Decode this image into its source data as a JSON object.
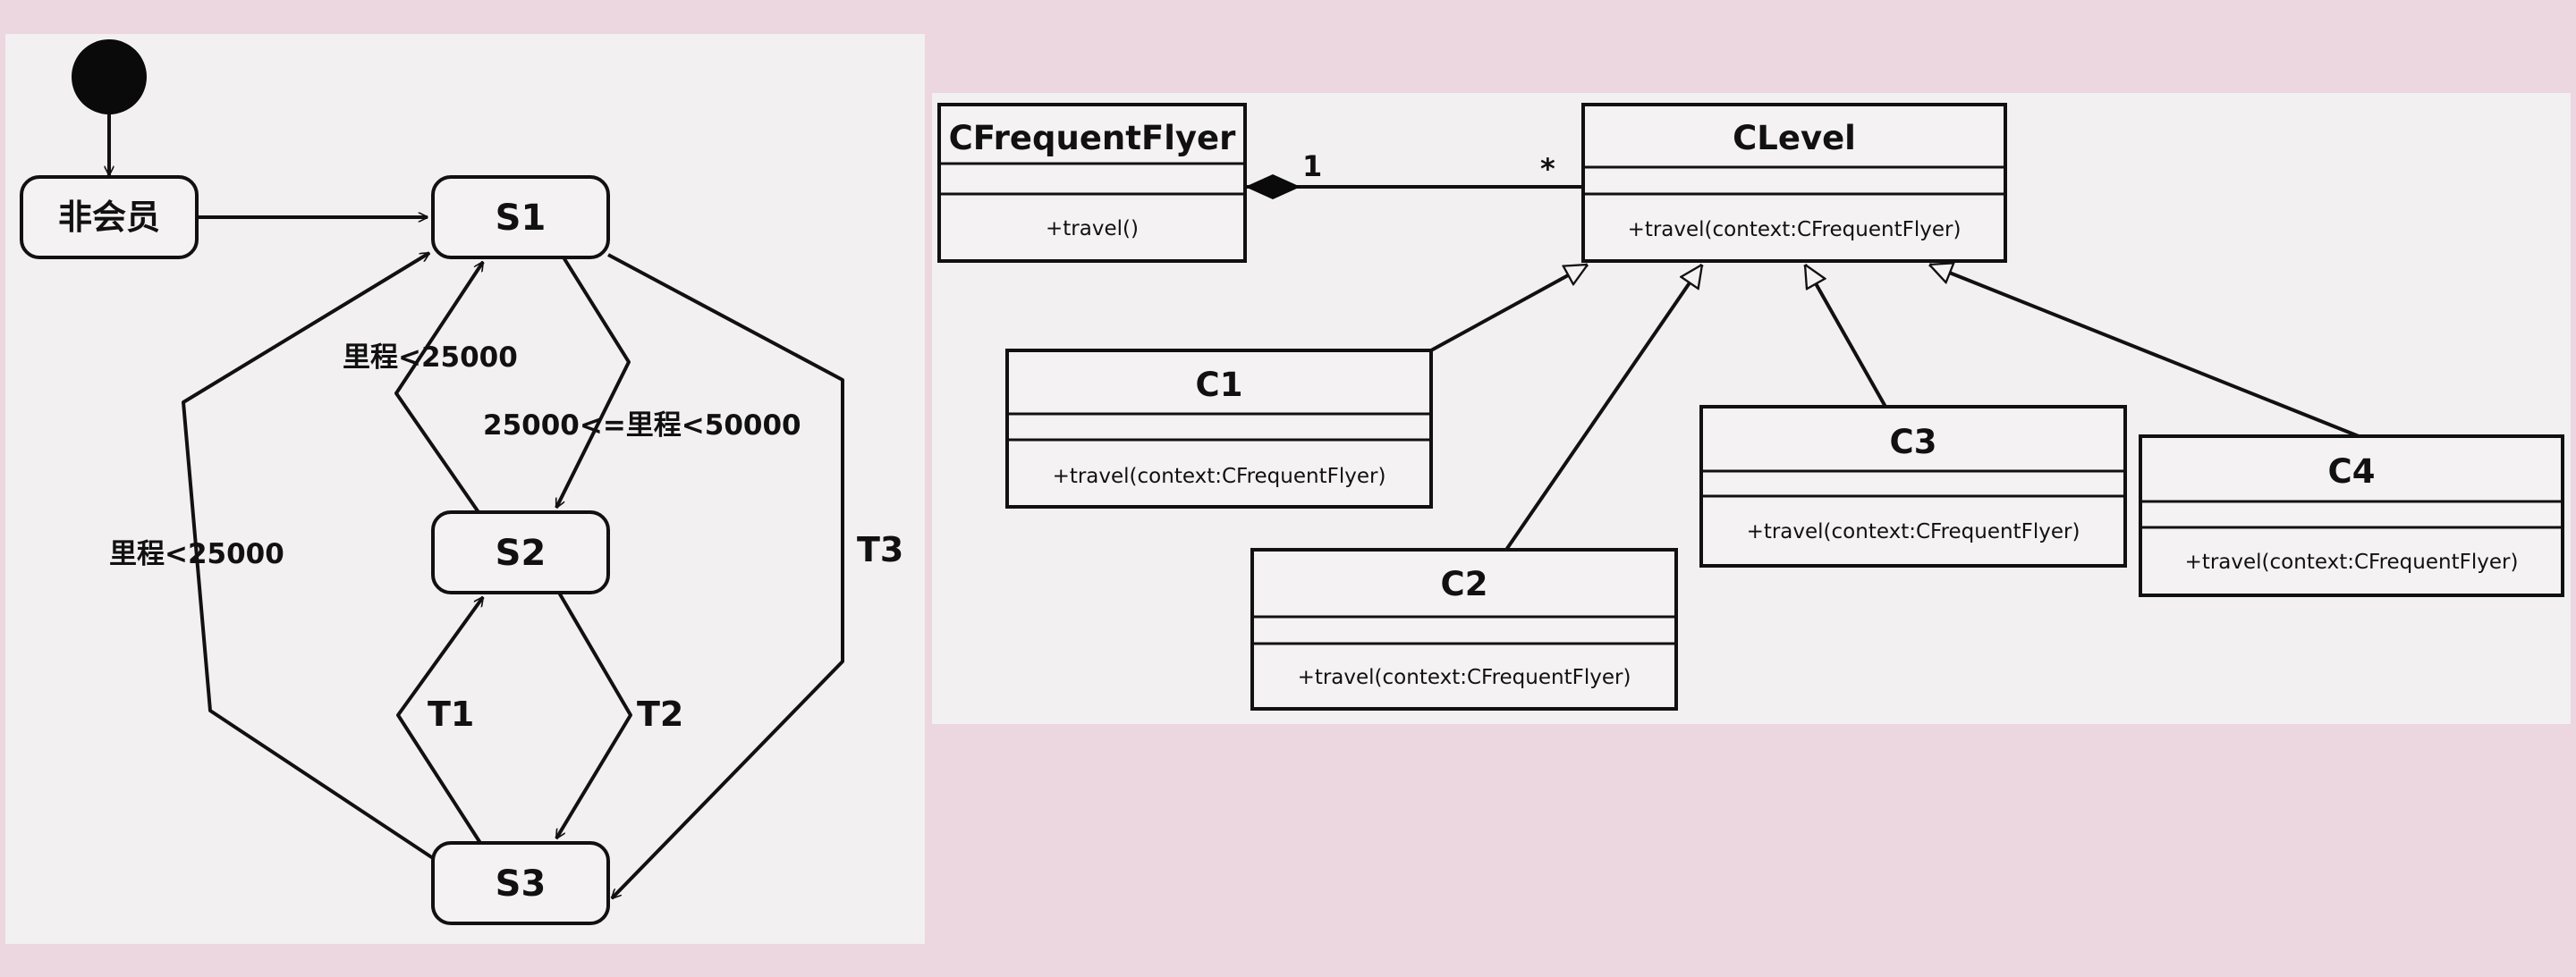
{
  "state_diagram": {
    "non_member": "非会员",
    "states": {
      "s1": "S1",
      "s2": "S2",
      "s3": "S3"
    },
    "transitions": {
      "s2_to_s1": "里程<25000",
      "s1_to_s2": "25000<=里程<50000",
      "s3_to_s1": "里程<25000",
      "s3_to_s2": "T1",
      "s2_to_s3": "T2",
      "s1_to_s3": "T3"
    }
  },
  "class_diagram": {
    "frequent_flyer": {
      "name": "CFrequentFlyer",
      "operation": "+travel()"
    },
    "level": {
      "name": "CLevel",
      "operation": "+travel(context:CFrequentFlyer)"
    },
    "multiplicity_one": "1",
    "multiplicity_many": "*",
    "subclasses": [
      {
        "name": "C1",
        "operation": "+travel(context:CFrequentFlyer)"
      },
      {
        "name": "C2",
        "operation": "+travel(context:CFrequentFlyer)"
      },
      {
        "name": "C3",
        "operation": "+travel(context:CFrequentFlyer)"
      },
      {
        "name": "C4",
        "operation": "+travel(context:CFrequentFlyer)"
      }
    ]
  }
}
